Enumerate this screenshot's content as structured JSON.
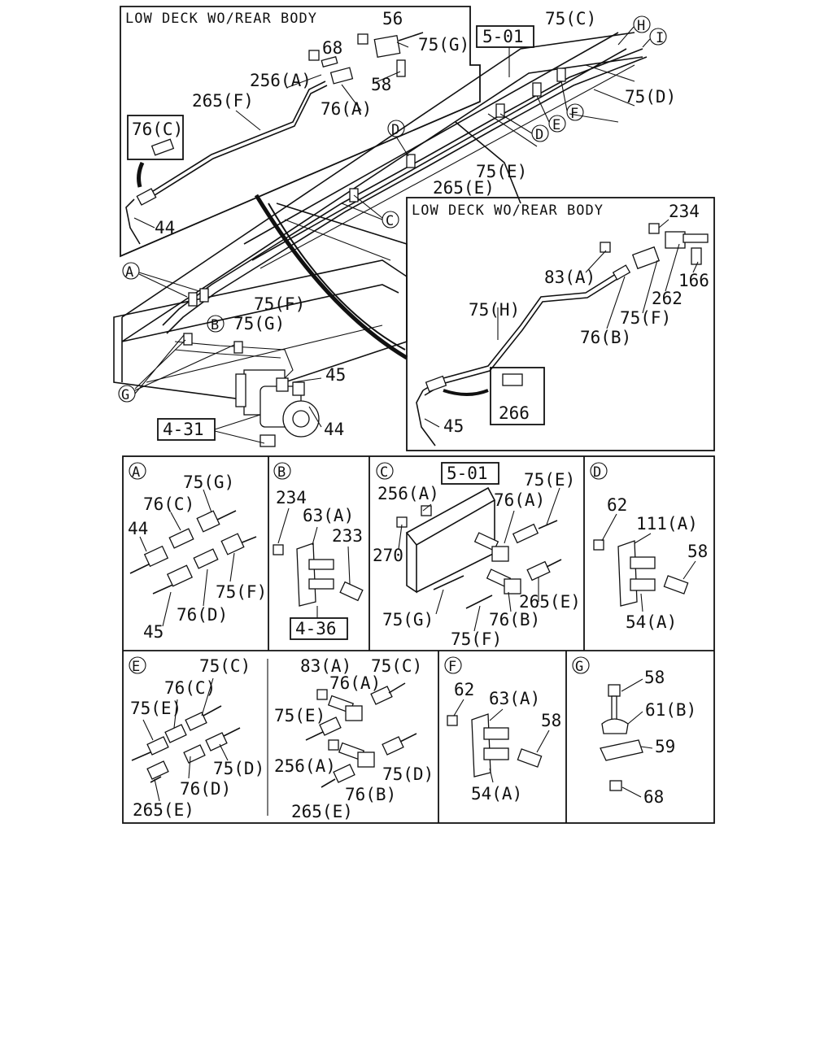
{
  "titles": {
    "top_left_inset": "LOW DECK WO/REAR BODY",
    "right_inset": "LOW DECK WO/REAR BODY"
  },
  "refs": {
    "r501_main": "5-01",
    "r431": "4-31",
    "r436": "4-36",
    "r501_c": "5-01"
  },
  "main": {
    "c56": "56",
    "c68": "68",
    "c75G_top": "75(G)",
    "c256A": "256(A)",
    "c58": "58",
    "c76A": "76(A)",
    "c265F": "265(F)",
    "c76C_box": "76(C)",
    "c44_inset": "44",
    "c75C": "75(C)",
    "c75D": "75(D)",
    "c75E": "75(E)",
    "c265E": "265(E)",
    "c75F": "75(F)",
    "c75G": "75(G)",
    "c45": "45",
    "c44": "44"
  },
  "right_inset": {
    "c234": "234",
    "c83A": "83(A)",
    "c166": "166",
    "c262": "262",
    "c75H": "75(H)",
    "c75F": "75(F)",
    "c76B": "76(B)",
    "c266": "266",
    "c45": "45"
  },
  "callouts": [
    "A",
    "B",
    "C",
    "D",
    "E",
    "F",
    "G",
    "H",
    "I"
  ],
  "detail_A": {
    "letter": "A",
    "c75G": "75(G)",
    "c76C": "76(C)",
    "c44": "44",
    "c75F": "75(F)",
    "c45": "45",
    "c76D": "76(D)"
  },
  "detail_B": {
    "letter": "B",
    "c234": "234",
    "c63A": "63(A)",
    "c233": "233"
  },
  "detail_C": {
    "letter": "C",
    "c256A": "256(A)",
    "c76A": "76(A)",
    "c75E": "75(E)",
    "c270": "270",
    "c75G": "75(G)",
    "c76B": "76(B)",
    "c265E": "265(E)",
    "c75F": "75(F)"
  },
  "detail_D": {
    "letter": "D",
    "c62": "62",
    "c111A": "111(A)",
    "c58": "58",
    "c54A": "54(A)"
  },
  "detail_E": {
    "letter": "E",
    "c75C": "75(C)",
    "c76C": "76(C)",
    "c75E": "75(E)",
    "c75D": "75(D)",
    "c76D": "76(D)",
    "c265E": "265(E)",
    "c83A": "83(A)",
    "c76A": "76(A)",
    "c75C_2": "75(C)",
    "c75E_2": "75(E)",
    "c256A": "256(A)",
    "c75D_2": "75(D)",
    "c76B": "76(B)",
    "c265E_2": "265(E)"
  },
  "detail_F": {
    "letter": "F",
    "c62": "62",
    "c63A": "63(A)",
    "c58": "58",
    "c54A": "54(A)"
  },
  "detail_G": {
    "letter": "G",
    "c58": "58",
    "c61B": "61(B)",
    "c59": "59",
    "c68": "68"
  }
}
